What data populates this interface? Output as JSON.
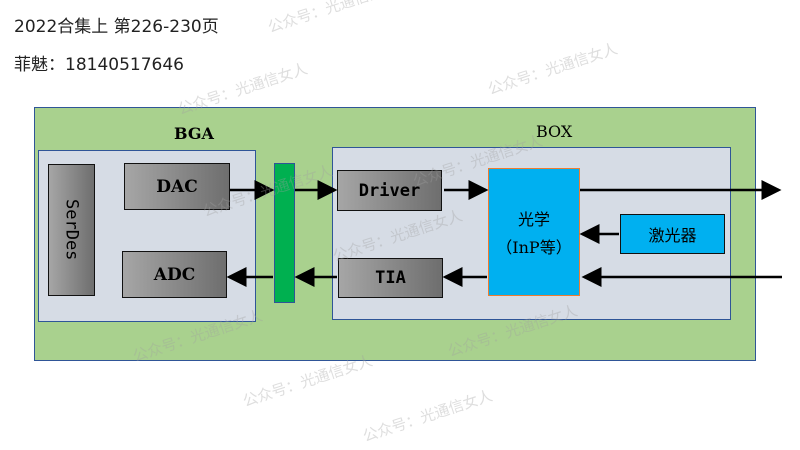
{
  "header": {
    "title": "2022合集上  第226-230页",
    "subtitle": "菲魅：18140517646"
  },
  "diagram": {
    "bga_label": "BGA",
    "box_label": "BOX",
    "serdes": "SerDes",
    "dac": "DAC",
    "adc": "ADC",
    "driver": "Driver",
    "tia": "TIA",
    "optics_line1": "光学",
    "optics_line2": "（InP等）",
    "laser": "激光器"
  },
  "watermark": "公众号：光通信女人",
  "colors": {
    "outer": "#a9d18e",
    "inner": "#d6dce5",
    "connector": "#00b050",
    "optics": "#00b0f0"
  }
}
